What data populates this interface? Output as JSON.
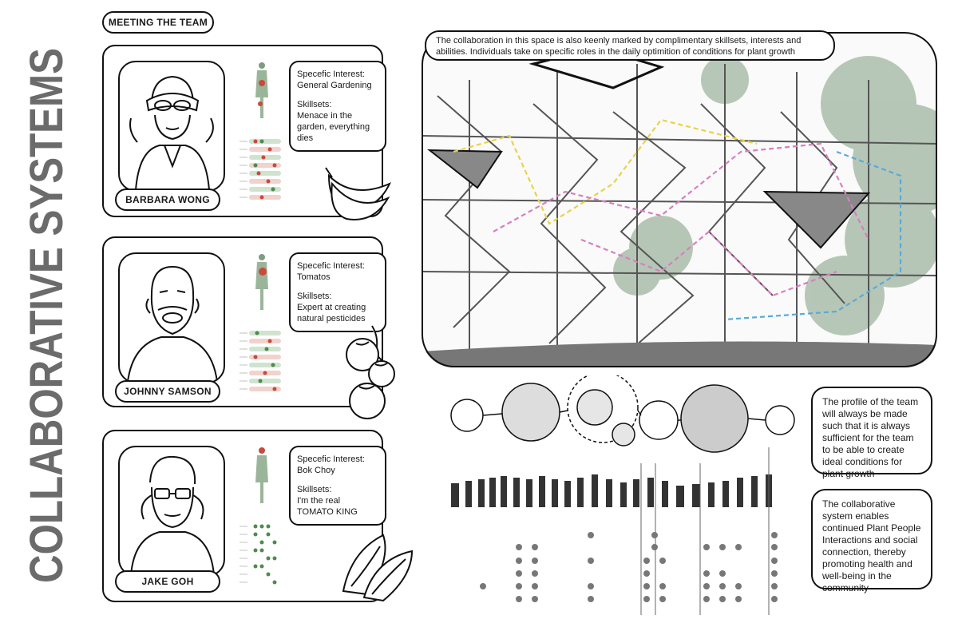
{
  "page_title": "COLLABORATIVE SYSTEMS",
  "meeting_label": "MEETING THE TEAM",
  "team": [
    {
      "name": "BARBARA WONG",
      "interest_label": "Specefic Interest:",
      "interest": "General Gardening",
      "skills_label": "Skillsets:",
      "skills": "Menace in the garden, everything dies",
      "vegetable_icon": "banana-icon"
    },
    {
      "name": "JOHNNY SAMSON",
      "interest_label": "Specefic Interest:",
      "interest": "Tomatos",
      "skills_label": "Skillsets:",
      "skills": "Expert at creating natural pesticides",
      "vegetable_icon": "tomato-icon"
    },
    {
      "name": "JAKE GOH",
      "interest_label": "Specefic Interest:",
      "interest": "Bok Choy",
      "skills_label": "Skillsets:",
      "skills": "I'm the real TOMATO KING",
      "vegetable_icon": "bok-choy-icon"
    }
  ],
  "section_caption": "The collaboration in this space is also keenly marked by complimentary skillsets, interests and abilities. Individuals take on specific roles in the daily optimition of conditions for plant growth",
  "profile_note": "The profile of the team will always be made such that it is always sufficient for the team to be able to create ideal conditions for plant growth",
  "system_note": "The collaborative system enables continued Plant People Interactions and social connection, thereby promoting health and well-being in the community",
  "colors": {
    "stroke": "#111111",
    "title_gray": "#6b6b6b",
    "foliage": "#7f9c7f",
    "dash_yellow": "#e8d24a",
    "dash_pink": "#d77fbf",
    "dash_blue": "#5aa9d8",
    "dot_gray": "#777777",
    "chart_red": "#c94a3a",
    "chart_green": "#4f8a4f"
  }
}
